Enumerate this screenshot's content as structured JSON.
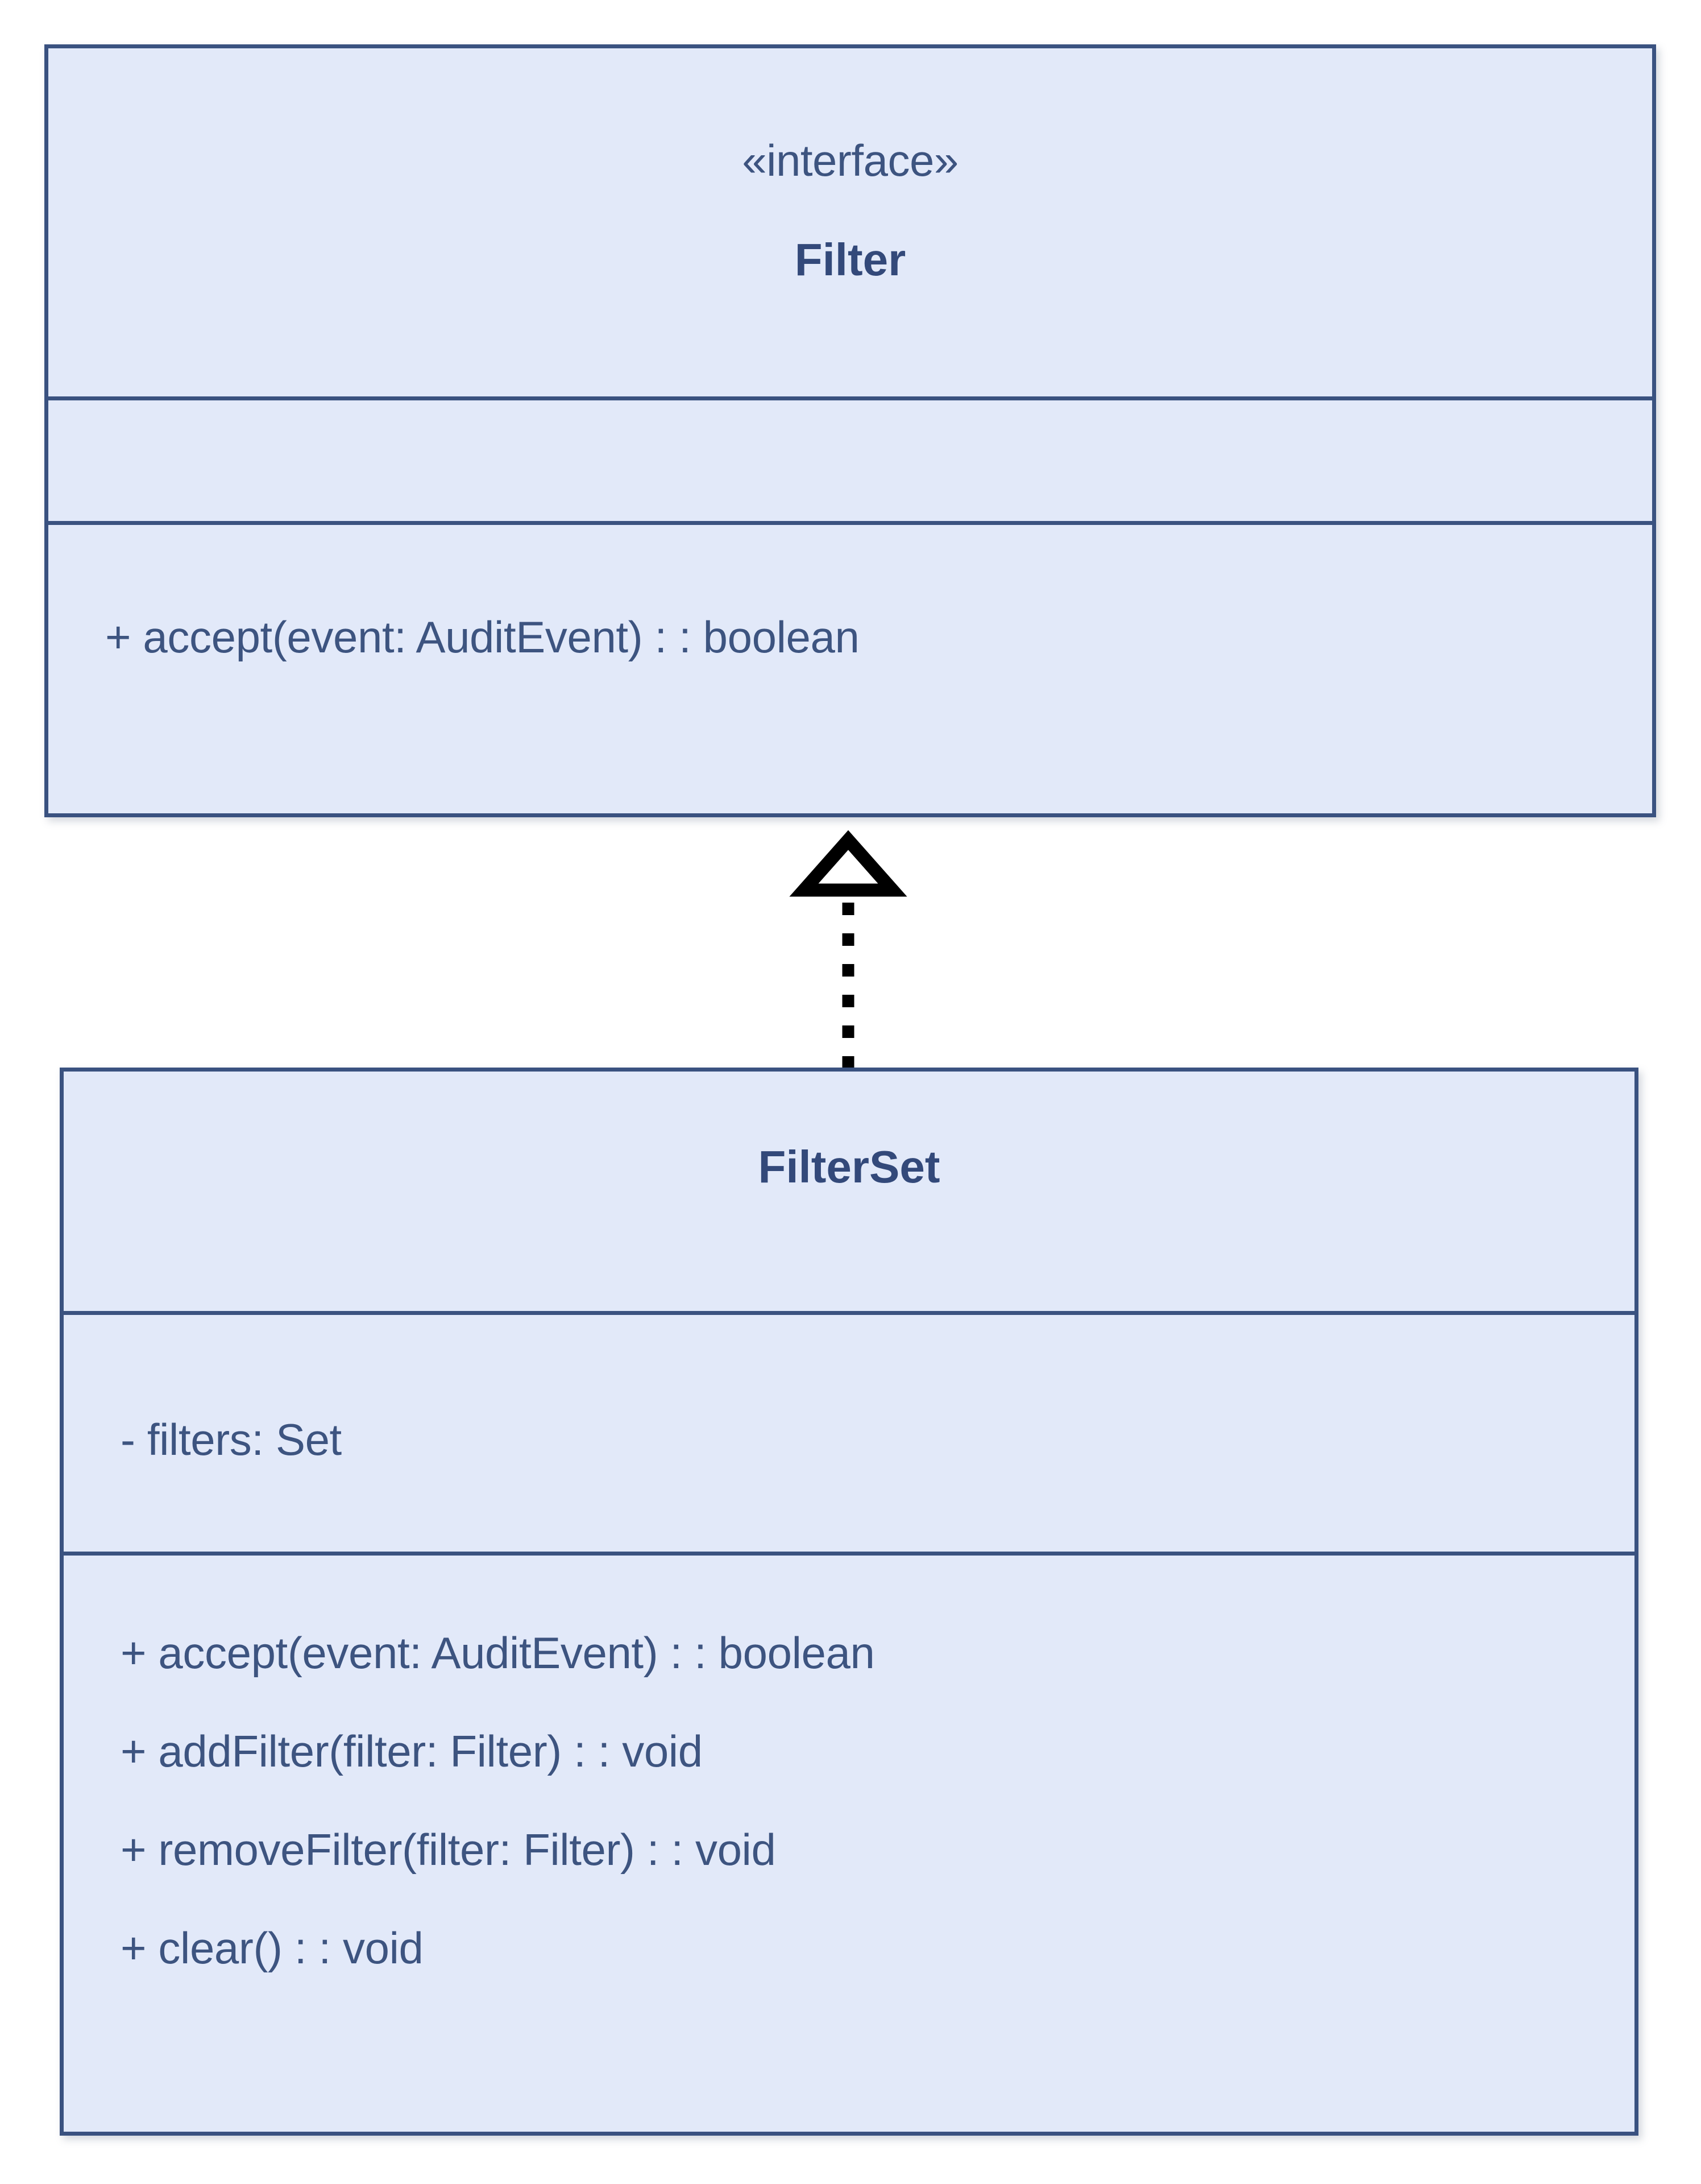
{
  "diagram": {
    "type": "uml-class-diagram",
    "background_color": "#ffffff",
    "palette": {
      "box_fill": "#e2e9f9",
      "box_border": "#3a5280",
      "class_name_color": "#33497a",
      "member_text_color": "#3d5480",
      "connector_color": "#000000"
    },
    "classes": [
      {
        "id": "filter",
        "stereotype": "«interface»",
        "name": "Filter",
        "attributes": [],
        "methods": [
          "+ accept(event: AuditEvent) : : boolean"
        ]
      },
      {
        "id": "filterset",
        "stereotype": "",
        "name": "FilterSet",
        "attributes": [
          "- filters: Set"
        ],
        "methods": [
          "+ accept(event: AuditEvent) : : boolean",
          "+ addFilter(filter: Filter) : : void",
          "+ removeFilter(filter: Filter) : : void",
          "+ clear() : : void"
        ]
      }
    ],
    "relationships": [
      {
        "id": "filterset-realizes-filter",
        "kind": "realization",
        "source": "FilterSet",
        "target": "Filter",
        "line_style": "dotted",
        "arrow_head": "hollow-triangle"
      }
    ]
  }
}
